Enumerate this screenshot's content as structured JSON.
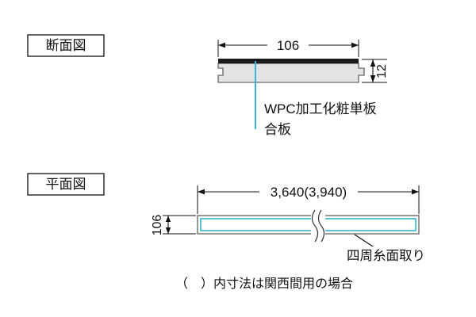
{
  "section_view": {
    "label": "断面図",
    "width_dim": "106",
    "thickness_dim": "12",
    "veneer_label": "WPC加工化粧単板",
    "plywood_label": "合板"
  },
  "plan_view": {
    "label": "平面図",
    "length_dim": "3,640(3,940)",
    "width_dim": "106",
    "chamfer_label": "四周糸面取り"
  },
  "note": "（　）内寸法は関西間用の場合",
  "colors": {
    "accent": "#35b6d9",
    "board_fill": "#e4e4e4",
    "veneer": "#1b1b1b",
    "line": "#111111"
  }
}
